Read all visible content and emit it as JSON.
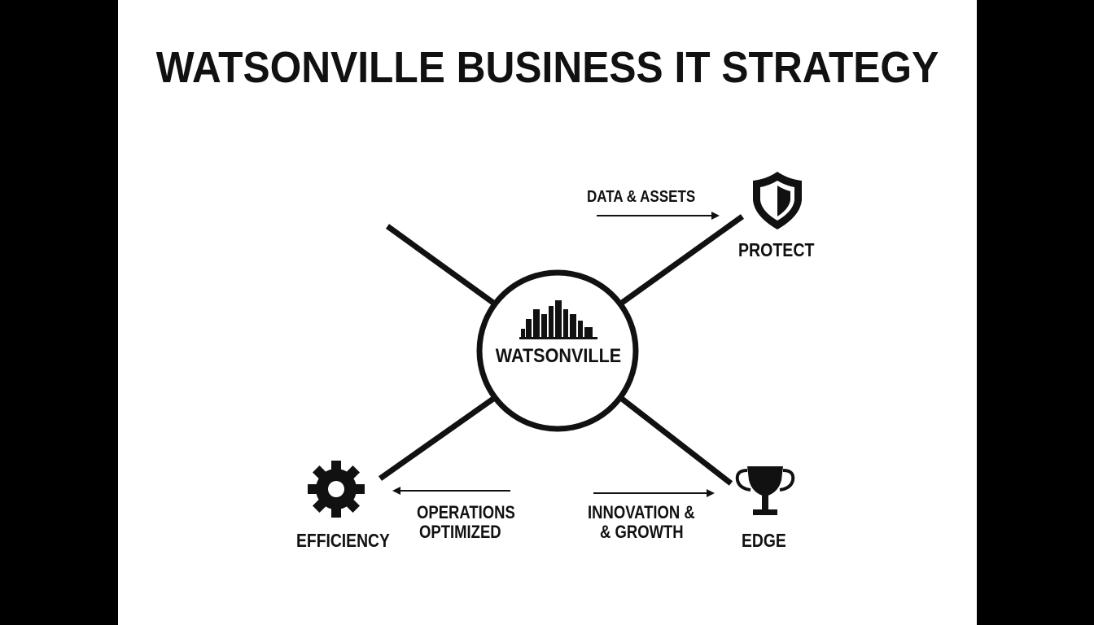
{
  "title": "WATSONVILLE BUSINESS IT STRATEGY",
  "hub": {
    "label": "WATSONVILLE",
    "icon": "city-skyline-icon"
  },
  "nodes": {
    "protect": {
      "label": "PROTECT",
      "icon": "shield-icon"
    },
    "efficiency": {
      "label": "EFFICIENCY",
      "icon": "gear-icon"
    },
    "edge": {
      "label": "EDGE",
      "icon": "trophy-icon"
    }
  },
  "connectors": {
    "protect": {
      "text": "DATA & ASSETS"
    },
    "efficiency": {
      "line1": "OPERATIONS",
      "line2": "OPTIMIZED"
    },
    "edge": {
      "line1": "INNOVATION &",
      "line2": "& GROWTH"
    }
  },
  "colors": {
    "background": "#000000",
    "panel": "#ffffff",
    "ink": "#111111"
  }
}
